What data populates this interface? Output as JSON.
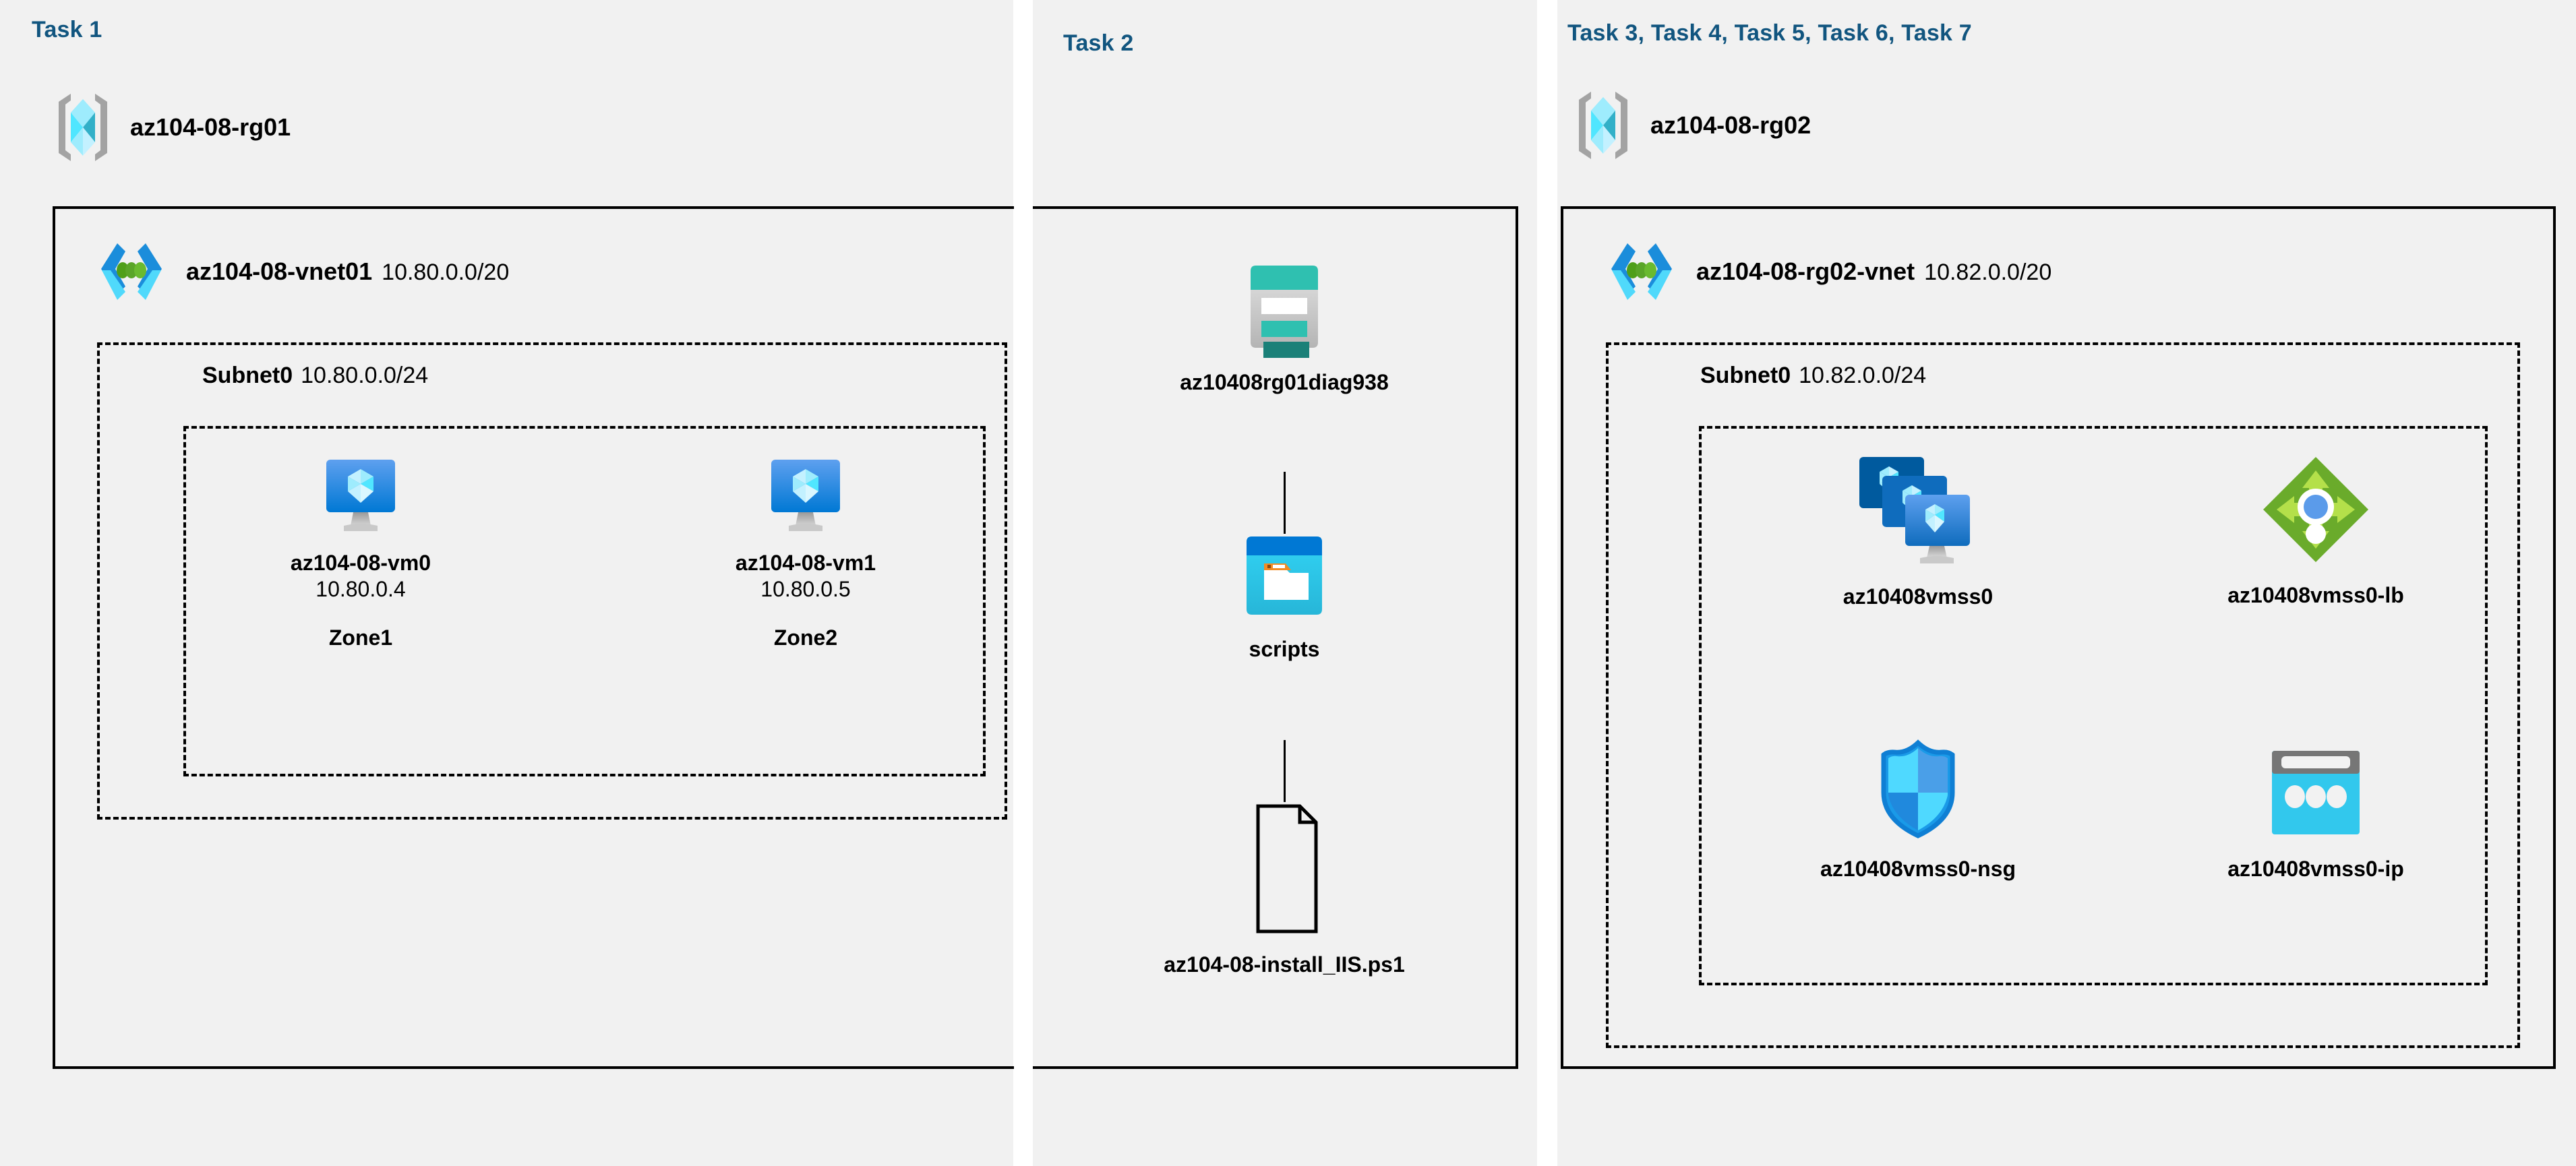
{
  "panels": [
    {
      "task_label": "Task 1"
    },
    {
      "task_label": "Task 2"
    },
    {
      "task_label": "Task 3, Task 4, Task 5, Task 6, Task 7"
    }
  ],
  "left": {
    "resource_group": {
      "name": "az104-08-rg01",
      "icon": "resource-group-icon"
    },
    "vnet": {
      "name": "az104-08-vnet01",
      "cidr": "10.80.0.0/20",
      "icon": "virtual-network-icon"
    },
    "subnet": {
      "name": "Subnet0",
      "cidr": "10.80.0.0/24"
    },
    "vms": [
      {
        "name": "az104-08-vm0",
        "ip": "10.80.0.4",
        "zone": "Zone1",
        "icon": "virtual-machine-icon"
      },
      {
        "name": "az104-08-vm1",
        "ip": "10.80.0.5",
        "zone": "Zone2",
        "icon": "virtual-machine-icon"
      }
    ]
  },
  "middle": {
    "storage_account": {
      "name": "az10408rg01diag938",
      "icon": "storage-account-icon"
    },
    "container": {
      "name": "scripts",
      "icon": "blob-container-icon"
    },
    "file": {
      "name": "az104-08-install_IIS.ps1",
      "icon": "document-file-icon"
    }
  },
  "right": {
    "resource_group": {
      "name": "az104-08-rg02",
      "icon": "resource-group-icon"
    },
    "vnet": {
      "name": "az104-08-rg02-vnet",
      "cidr": "10.82.0.0/20",
      "icon": "virtual-network-icon"
    },
    "subnet": {
      "name": "Subnet0",
      "cidr": "10.82.0.0/24"
    },
    "resources": [
      {
        "name": "az10408vmss0",
        "icon": "vm-scale-set-icon"
      },
      {
        "name": "az10408vmss0-lb",
        "icon": "load-balancer-icon"
      },
      {
        "name": "az10408vmss0-nsg",
        "icon": "network-security-group-icon"
      },
      {
        "name": "az10408vmss0-ip",
        "icon": "public-ip-address-icon"
      }
    ]
  },
  "colors": {
    "task_label": "#11557f",
    "panel_bg": "#f1f1f1",
    "page_bg": "#ffffff",
    "border": "#000000",
    "azure_blue": "#0078d4",
    "cyan": "#32d4f5",
    "teal": "#32bfb1",
    "green": "#6aab2b",
    "gray": "#9e9e9e"
  }
}
